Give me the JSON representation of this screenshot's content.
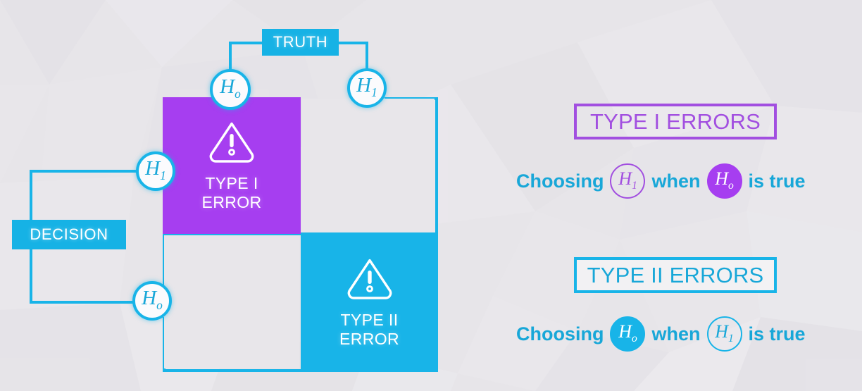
{
  "theme": {
    "background": "#e7e5e9",
    "cyan": "#18b4e8",
    "cyan_text": "#18a7d8",
    "purple": "#a63ef0",
    "purple_text": "#a24fe0",
    "white": "#ffffff",
    "empty_cell": "#e8e6ea"
  },
  "diagram": {
    "truth_label": "TRUTH",
    "decision_label": "DECISION",
    "truth_branches": [
      {
        "name": "truth-h0",
        "letter": "H",
        "sub": "o"
      },
      {
        "name": "truth-h1",
        "letter": "H",
        "sub": "1"
      }
    ],
    "decision_branches": [
      {
        "name": "decision-h1",
        "letter": "H",
        "sub": "1"
      },
      {
        "name": "decision-h0",
        "letter": "H",
        "sub": "o"
      }
    ],
    "matrix": {
      "top_left": {
        "line1": "TYPE I",
        "line2": "ERROR",
        "fill": "purple",
        "icon": "warning-triangle-icon"
      },
      "top_right": {
        "line1": "",
        "line2": "",
        "fill": "empty",
        "icon": ""
      },
      "bottom_left": {
        "line1": "",
        "line2": "",
        "fill": "empty",
        "icon": ""
      },
      "bottom_right": {
        "line1": "TYPE II",
        "line2": "ERROR",
        "fill": "cyan",
        "icon": "warning-triangle-icon"
      }
    }
  },
  "panel": {
    "blocks": [
      {
        "heading": "TYPE I ERRORS",
        "accent": "#a24fe0",
        "caption": {
          "prefix": "Choosing",
          "middle": "when",
          "suffix": "is true",
          "chosen": {
            "letter": "H",
            "sub": "1",
            "style": "outline-purple"
          },
          "actual": {
            "letter": "H",
            "sub": "o",
            "style": "fill-purple"
          }
        }
      },
      {
        "heading": "TYPE II ERRORS",
        "accent": "#18a7d8",
        "caption": {
          "prefix": "Choosing",
          "middle": "when",
          "suffix": "is true",
          "chosen": {
            "letter": "H",
            "sub": "o",
            "style": "fill-cyan"
          },
          "actual": {
            "letter": "H",
            "sub": "1",
            "style": "outline-cyan"
          }
        }
      }
    ]
  }
}
